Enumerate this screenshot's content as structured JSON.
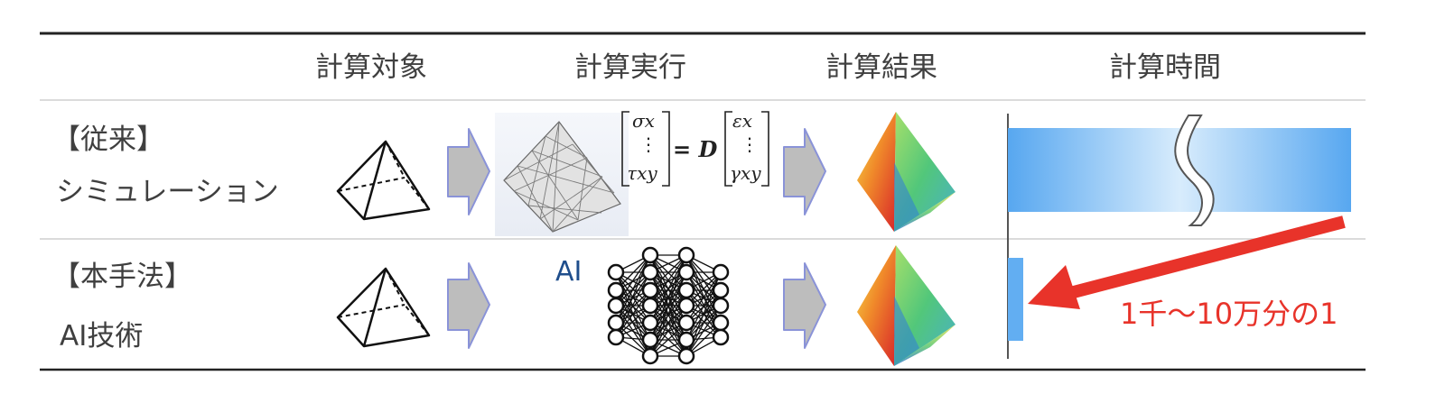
{
  "headers": {
    "target": "計算対象",
    "execution": "計算実行",
    "result": "計算結果",
    "time": "計算時間"
  },
  "rows": [
    {
      "tag": "【従来】",
      "name": "シミュレーション"
    },
    {
      "tag": "【本手法】",
      "name": "AI技術"
    }
  ],
  "equation": {
    "lhs_top": "σx",
    "lhs_bottom": "τxy",
    "operator": "= D",
    "rhs_top": "εx",
    "rhs_bottom": "γxy",
    "dots": "⋮"
  },
  "ai_label": "AI",
  "ratio_label": "1千～10万分の1",
  "colors": {
    "rule": "#222222",
    "arrow_block": "#bdbdbd",
    "arrow_outline": "#8a93d8",
    "time_bar": "#62aef2",
    "reduction_arrow": "#e8332a",
    "ratio_text": "#e8332a",
    "ai_text": "#1f4e8c"
  }
}
